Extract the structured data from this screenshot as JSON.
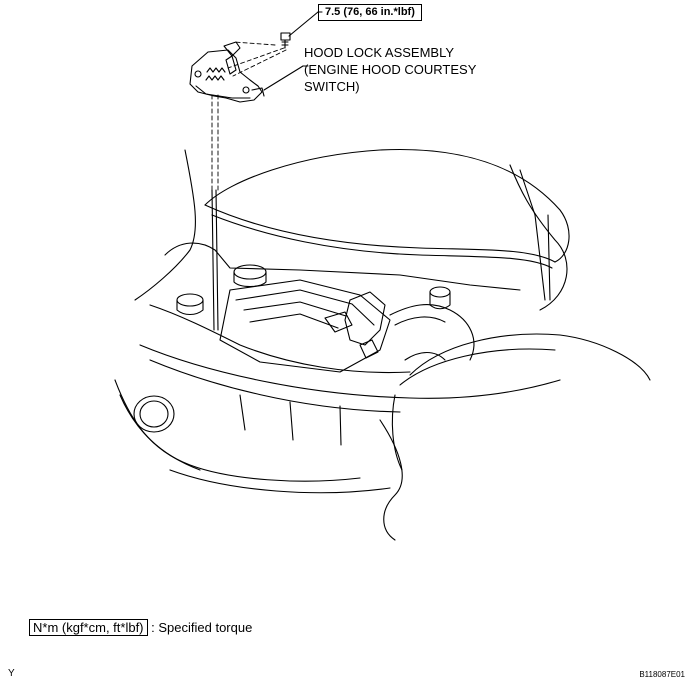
{
  "callouts": {
    "torque": "7.5 (76, 66 in.*lbf)",
    "part_line1": "HOOD LOCK ASSEMBLY",
    "part_line2": "(ENGINE HOOD COURTESY",
    "part_line3": "SWITCH)"
  },
  "legend": {
    "unit": "N*m (kgf*cm, ft*lbf)",
    "description": ": Specified torque"
  },
  "footer": {
    "left_mark": "Y",
    "drawing_code": "B118087E01"
  }
}
